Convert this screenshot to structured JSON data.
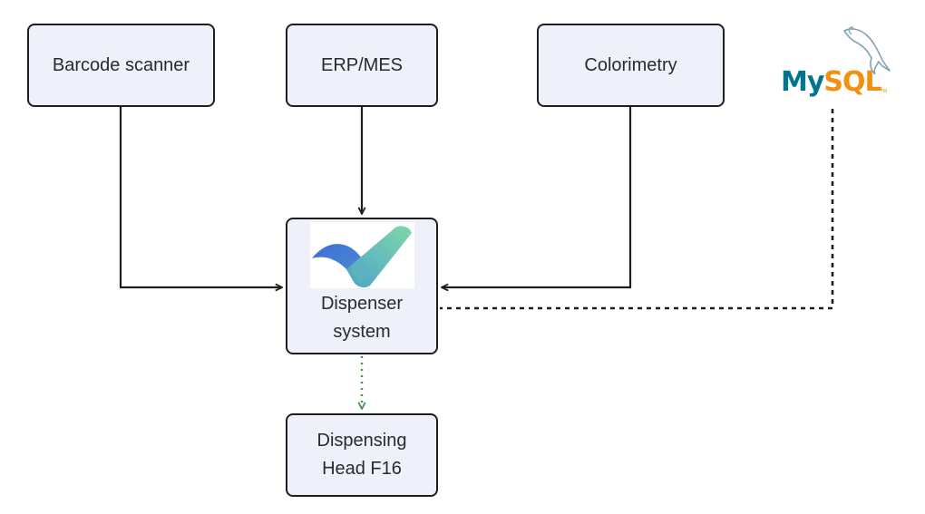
{
  "nodes": {
    "barcode_scanner": "Barcode scanner",
    "erp_mes": "ERP/MES",
    "colorimetry": "Colorimetry",
    "dispenser_system": "Dispenser\nsystem",
    "dispensing_head": "Dispensing\nHead F16"
  },
  "mysql_logo": {
    "part_my": "My",
    "part_sql": "SQL",
    "trademark": "TM"
  },
  "colors": {
    "node_fill": "#eef1f9",
    "node_border": "#1e1e1e",
    "arrow": "#1e1e1e",
    "green_arrow": "#4c8f4c",
    "mysql_blue": "#00758f",
    "mysql_orange": "#f29111"
  },
  "icons": {
    "dispenser_logo": "checkmark-logo-icon",
    "mysql_dolphin": "dolphin-icon"
  }
}
